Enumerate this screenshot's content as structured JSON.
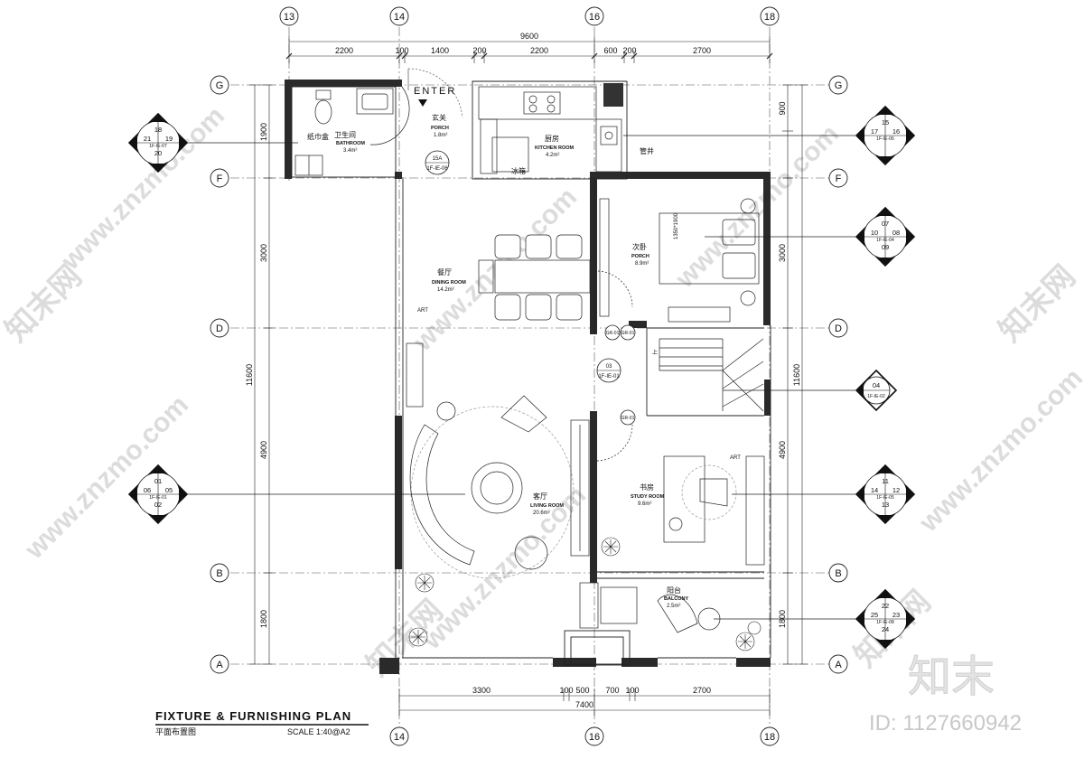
{
  "title": {
    "main": "FIXTURE & FURNISHING PLAN",
    "sub_cn": "平面布置图",
    "scale": "SCALE 1:40@A2"
  },
  "grid_axes": {
    "top": [
      "13",
      "14",
      "16",
      "18"
    ],
    "bottom": [
      "14",
      "16",
      "18"
    ],
    "rows": [
      "G",
      "F",
      "D",
      "B",
      "A"
    ]
  },
  "dimensions": {
    "top_total": "9600",
    "top_segments": [
      "2200",
      "100",
      "1400",
      "200",
      "2200",
      "600",
      "200",
      "2700"
    ],
    "bottom_total": "7400",
    "bottom_segments": [
      "3300",
      "100",
      "500",
      "700",
      "100",
      "2700"
    ],
    "left_total": "11600",
    "left_segments": [
      "1900",
      "3000",
      "4900",
      "1800"
    ],
    "right_total": "11600",
    "right_segments": [
      "900",
      "3000",
      "4900",
      "1800"
    ]
  },
  "rooms": [
    {
      "cn": "卫生间",
      "en": "BATHROOM",
      "area": "3.4m²"
    },
    {
      "cn": "玄关",
      "en": "PORCH",
      "area": "1.8m²"
    },
    {
      "cn": "厨房",
      "en": "KITCHEN ROOM",
      "area": "4.2m²"
    },
    {
      "cn": "次卧",
      "en": "PORCH",
      "area": "8.9m²"
    },
    {
      "cn": "餐厅",
      "en": "DINING ROOM",
      "area": "14.2m²"
    },
    {
      "cn": "客厅",
      "en": "LIVING ROOM",
      "area": "20.6m²"
    },
    {
      "cn": "书房",
      "en": "STUDY ROOM",
      "area": "9.6m²"
    },
    {
      "cn": "阳台",
      "en": "BALCONY",
      "area": "2.5m²"
    }
  ],
  "annotations": {
    "enter": "ENTER",
    "towel_box": "纸巾盒",
    "art": "ART",
    "art2": "ART",
    "fridge": "冰箱",
    "pipe": "管井",
    "bed": "1350*1900",
    "up": "上",
    "tag_15a": "15A",
    "tag_15a_ref": "1F-IE-06",
    "tag_03": "03",
    "tag_03_ref": "1F-IE-01",
    "tag_gr1": "GR-01",
    "tag_gr2": "GR-01",
    "tag_gr3": "GR-01"
  },
  "elevation_symbols": [
    {
      "top": "18",
      "mid_l": "21",
      "mid_r": "19",
      "bottom": "20",
      "ref": "1F-IE-07"
    },
    {
      "top": "15",
      "mid_l": "17",
      "mid_r": "16",
      "bottom": "",
      "ref": "1F-IE-06"
    },
    {
      "top": "07",
      "mid_l": "10",
      "mid_r": "08",
      "bottom": "09",
      "ref": "1F-IE-04"
    },
    {
      "top": "04",
      "mid_l": "",
      "mid_r": "",
      "bottom": "",
      "ref": "1F-IE-02"
    },
    {
      "top": "01",
      "mid_l": "06",
      "mid_r": "05",
      "bottom": "02",
      "ref": "1F-IE-01"
    },
    {
      "top": "11",
      "mid_l": "14",
      "mid_r": "12",
      "bottom": "13",
      "ref": "1F-IE-05"
    },
    {
      "top": "22",
      "mid_l": "25",
      "mid_r": "23",
      "bottom": "24",
      "ref": "1F-IE-08"
    }
  ],
  "watermark": {
    "site": "www.znzmo.com",
    "brand_cn": "知末网",
    "logo": "知末",
    "id_text": "ID: 1127660942"
  },
  "colors": {
    "wall": "#2a2a2a",
    "line": "#222222",
    "watermark": "#d6d6d6"
  }
}
